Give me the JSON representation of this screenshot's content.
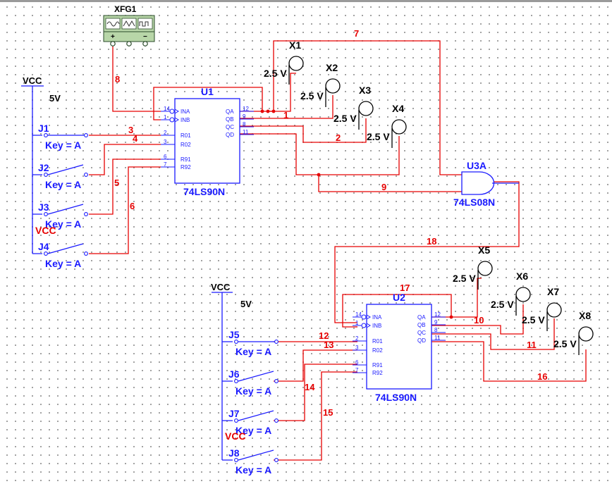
{
  "function_generator": {
    "ref": "XFG1",
    "terminals": [
      "+",
      "",
      "−"
    ]
  },
  "power": {
    "vcc_label": "VCC",
    "vcc_value": "5V",
    "vcc_overlap_label": "VCC"
  },
  "counters": [
    {
      "ref": "U1",
      "part": "74LS90N",
      "pins_left": [
        {
          "num": "14",
          "name": "INA"
        },
        {
          "num": "1",
          "name": "INB"
        },
        {
          "num": "2",
          "name": "R01"
        },
        {
          "num": "3",
          "name": "R02"
        },
        {
          "num": "6",
          "name": "R91"
        },
        {
          "num": "7",
          "name": "R92"
        }
      ],
      "pins_right": [
        {
          "num": "12",
          "name": "QA"
        },
        {
          "num": "9",
          "name": "QB"
        },
        {
          "num": "8",
          "name": "QC"
        },
        {
          "num": "11",
          "name": "QD"
        }
      ]
    },
    {
      "ref": "U2",
      "part": "74LS90N",
      "pins_left": [
        {
          "num": "14",
          "name": "INA"
        },
        {
          "num": "1",
          "name": "INB"
        },
        {
          "num": "2",
          "name": "R01"
        },
        {
          "num": "3",
          "name": "R02"
        },
        {
          "num": "6",
          "name": "R91"
        },
        {
          "num": "7",
          "name": "R92"
        }
      ],
      "pins_right": [
        {
          "num": "12",
          "name": "QA"
        },
        {
          "num": "9",
          "name": "QB"
        },
        {
          "num": "8",
          "name": "QC"
        },
        {
          "num": "11",
          "name": "QD"
        }
      ]
    }
  ],
  "and_gate": {
    "ref": "U3A",
    "part": "74LS08N"
  },
  "switches": [
    {
      "ref": "J1",
      "key": "Key = A"
    },
    {
      "ref": "J2",
      "key": "Key = A"
    },
    {
      "ref": "J3",
      "key": "Key = A"
    },
    {
      "ref": "J4",
      "key": "Key = A"
    },
    {
      "ref": "J5",
      "key": "Key = A"
    },
    {
      "ref": "J6",
      "key": "Key = A"
    },
    {
      "ref": "J7",
      "key": "Key = A"
    },
    {
      "ref": "J8",
      "key": "Key = A"
    }
  ],
  "probes": [
    {
      "ref": "X1",
      "voltage": "2.5 V"
    },
    {
      "ref": "X2",
      "voltage": "2.5 V"
    },
    {
      "ref": "X3",
      "voltage": "2.5 V"
    },
    {
      "ref": "X4",
      "voltage": "2.5 V"
    },
    {
      "ref": "X5",
      "voltage": "2.5 V"
    },
    {
      "ref": "X6",
      "voltage": "2.5 V"
    },
    {
      "ref": "X7",
      "voltage": "2.5 V"
    },
    {
      "ref": "X8",
      "voltage": "2.5 V"
    }
  ],
  "nets": [
    "1",
    "2",
    "3",
    "4",
    "5",
    "6",
    "7",
    "8",
    "9",
    "10",
    "11",
    "12",
    "13",
    "14",
    "15",
    "16",
    "17",
    "18"
  ],
  "colors": {
    "wire": "#e60000",
    "component": "#1a1aff",
    "body": "#000000",
    "net_label": "#e60000",
    "generator_body": "#b8d6a8"
  }
}
